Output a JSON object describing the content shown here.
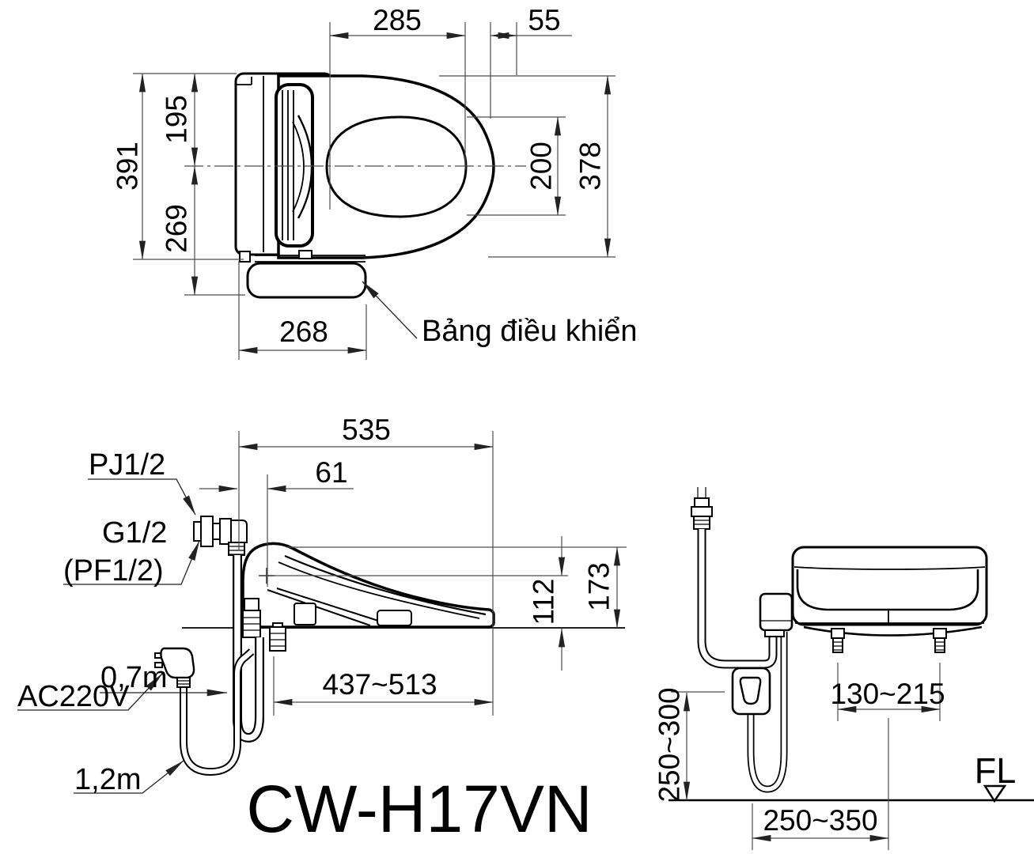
{
  "title": "CW-H17VN",
  "views": {
    "top": {
      "dims": {
        "opening_to_front": "285",
        "front_overhang": "55",
        "half_width": "195",
        "overall_width": "391",
        "rear_to_panel": "269",
        "opening_width": "200",
        "lid_width": "378",
        "panel_length": "268"
      },
      "labels": {
        "control_panel": "Bảng điều khiển"
      }
    },
    "side": {
      "dims": {
        "overall_length": "535",
        "inlet_offset": "61",
        "mounting_range": "437~513",
        "inlet_height": "112",
        "overall_height": "173"
      },
      "labels": {
        "supply_thread": "PJ1/2",
        "valve_thread": "G1/2",
        "valve_thread_alt": "(PF1/2)",
        "hose_length": "0,7m",
        "power_rating": "AC220V",
        "cord_length": "1,2m"
      }
    },
    "rear": {
      "dims": {
        "bolt_spacing": "130~215",
        "outlet_height": "250~300",
        "outlet_offset": "250~350"
      },
      "labels": {
        "floor_level": "FL"
      }
    }
  },
  "colors": {
    "object_line": "#000000",
    "dimension_line": "#4d4d4d",
    "background": "#ffffff"
  }
}
